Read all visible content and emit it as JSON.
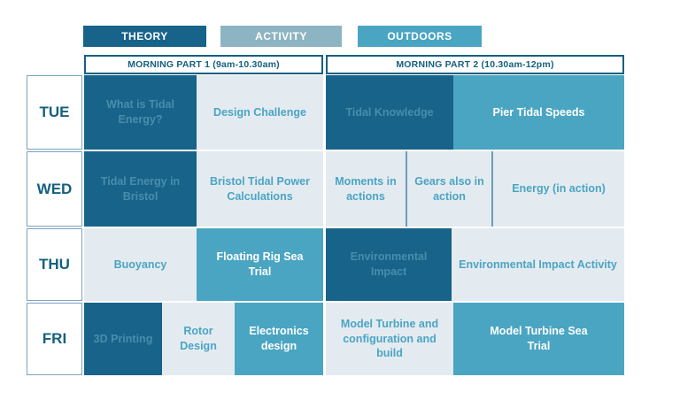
{
  "legend": [
    {
      "label": "THEORY",
      "color": "#17638a"
    },
    {
      "label": "ACTIVITY",
      "color": "#8db4c3"
    },
    {
      "label": "OUTDOORS",
      "color": "#4aa5c2"
    }
  ],
  "headers": {
    "part1": "MORNING PART 1 (9am-10.30am)",
    "part2": "MORNING PART 2 (10.30am-12pm)"
  },
  "colors": {
    "theory_bg": "#17638a",
    "activity_cell_bg": "#e4ebf0",
    "outdoors_bg": "#4aa5c2",
    "text_on_dark": "#4a8dab",
    "text_on_light": "#4aa4c4",
    "text_on_teal": "#ffffff",
    "heading_text": "#14607f"
  },
  "rows": [
    {
      "day": "TUE",
      "cells": [
        {
          "label": "What is Tidal Energy?",
          "category": "theory"
        },
        {
          "label": "Design Challenge",
          "category": "activity"
        },
        {
          "label": "Tidal Knowledge",
          "category": "theory"
        },
        {
          "label": "Pier Tidal Speeds",
          "category": "outdoors"
        }
      ]
    },
    {
      "day": "WED",
      "cells": [
        {
          "label": "Tidal Energy in Bristol",
          "category": "theory"
        },
        {
          "label": "Bristol Tidal Power Calculations",
          "category": "activity"
        },
        {
          "label": "Moments in actions",
          "category": "activity"
        },
        {
          "label": "Gears also in action",
          "category": "activity"
        },
        {
          "label": "Energy (in action)",
          "category": "activity"
        }
      ]
    },
    {
      "day": "THU",
      "cells": [
        {
          "label": "Buoyancy",
          "category": "activity"
        },
        {
          "label": "Floating Rig Sea Trial",
          "category": "outdoors"
        },
        {
          "label": "Environmental Impact",
          "category": "theory"
        },
        {
          "label": "Environmental Impact Activity",
          "category": "activity"
        }
      ]
    },
    {
      "day": "FRI",
      "cells": [
        {
          "label": "3D Printing",
          "category": "theory"
        },
        {
          "label": "Rotor Design",
          "category": "activity"
        },
        {
          "label": "Electronics design",
          "category": "outdoors"
        },
        {
          "label": "Model Turbine and configuration and build",
          "category": "activity"
        },
        {
          "label": "Model Turbine Sea Trial",
          "category": "outdoors"
        }
      ]
    }
  ]
}
